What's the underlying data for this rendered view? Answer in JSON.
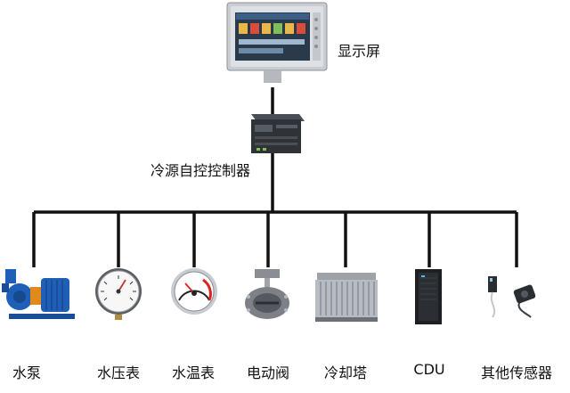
{
  "top_device": {
    "label": "显示屏",
    "screen_title": "SIMATIC HMI"
  },
  "controller": {
    "label": "冷源自控控制器"
  },
  "devices": [
    {
      "label": "水泵",
      "icon": "water-pump-icon"
    },
    {
      "label": "水压表",
      "icon": "pressure-gauge-icon"
    },
    {
      "label": "水温表",
      "icon": "temperature-gauge-icon"
    },
    {
      "label": "电动阀",
      "icon": "motorized-valve-icon"
    },
    {
      "label": "冷却塔",
      "icon": "cooling-tower-icon"
    },
    {
      "label": "CDU",
      "icon": "cdu-icon"
    },
    {
      "label": "其他传感器",
      "icon": "sensors-icon"
    }
  ],
  "colors": {
    "line": "#111111",
    "pump_blue": "#1f5fb8",
    "coupling_orange": "#e08a1e"
  }
}
